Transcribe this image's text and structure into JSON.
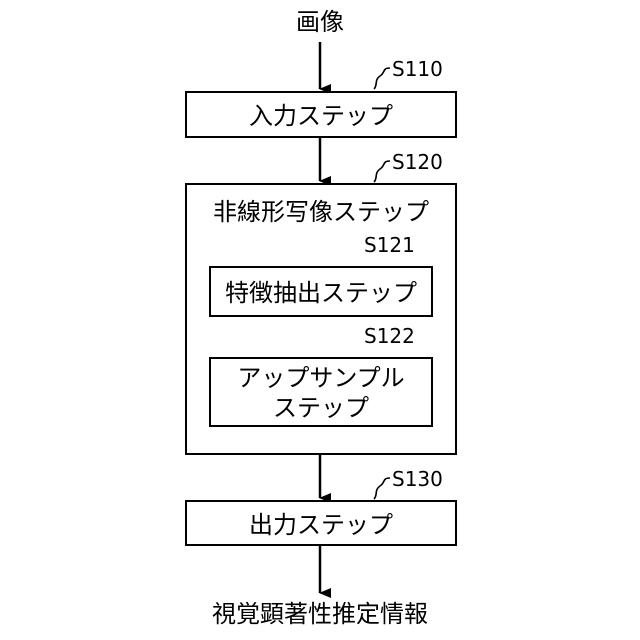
{
  "input_label": "画像",
  "output_label": "視覚顕著性推定情報",
  "steps": {
    "input": {
      "id": "S110",
      "label": "入力ステップ"
    },
    "nonlinear": {
      "id": "S120",
      "label": "非線形写像ステップ"
    },
    "feature": {
      "id": "S121",
      "label": "特徴抽出ステップ"
    },
    "upsample": {
      "id": "S122",
      "label_line1": "アップサンプル",
      "label_line2": "ステップ"
    },
    "output": {
      "id": "S130",
      "label": "出力ステップ"
    }
  }
}
